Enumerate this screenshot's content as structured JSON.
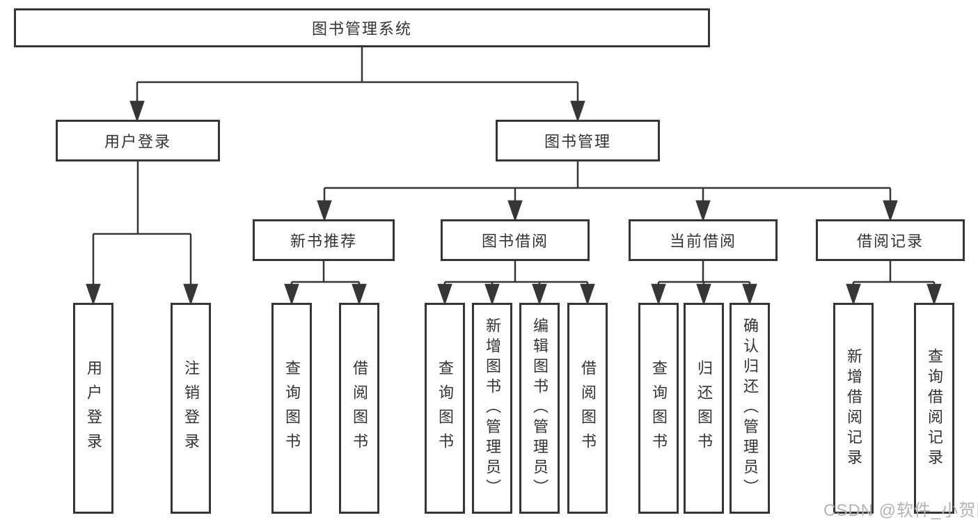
{
  "diagram": {
    "root": {
      "label": "图书管理系统"
    },
    "level1": [
      {
        "label": "用户登录"
      },
      {
        "label": "图书管理"
      }
    ],
    "level2": [
      {
        "label": "新书推荐"
      },
      {
        "label": "图书借阅"
      },
      {
        "label": "当前借阅"
      },
      {
        "label": "借阅记录"
      }
    ],
    "leaves": {
      "user_login": [
        {
          "label": "用户登录"
        },
        {
          "label": "注销登录"
        }
      ],
      "new_book": [
        {
          "label": "查询图书"
        },
        {
          "label": "借阅图书"
        }
      ],
      "book_borrow": [
        {
          "label": "查询图书"
        },
        {
          "label": "新增图书（管理员）"
        },
        {
          "label": "编辑图书（管理员）"
        },
        {
          "label": "借阅图书"
        }
      ],
      "current_borrow": [
        {
          "label": "查询图书"
        },
        {
          "label": "归还图书"
        },
        {
          "label": "确认归还（管理员）"
        }
      ],
      "borrow_records": [
        {
          "label": "新增借阅记录"
        },
        {
          "label": "查询借阅记录"
        }
      ]
    }
  },
  "watermark": {
    "text": "CSDN @软件_小贺同学"
  },
  "colors": {
    "line": "#363636",
    "text": "#333333",
    "background": "#ffffff",
    "watermark": "#b3b3b3"
  }
}
